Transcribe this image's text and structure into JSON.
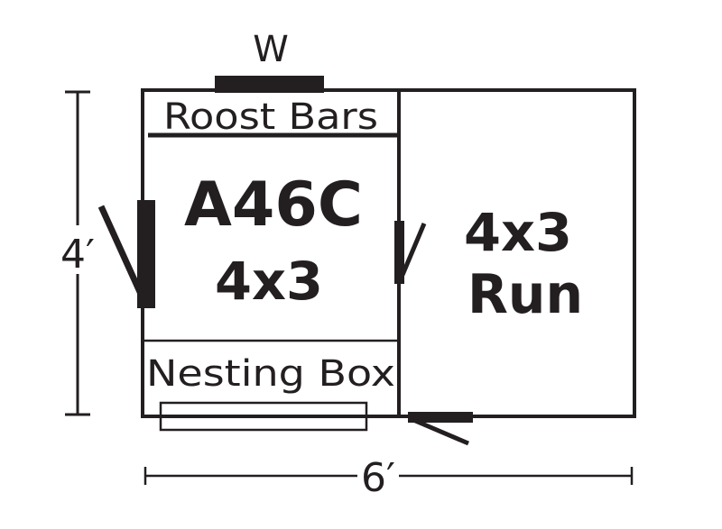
{
  "labels": {
    "window": "W",
    "roost": "Roost Bars",
    "model": "A46C",
    "coop_size": "4x3",
    "run_size": "4x3",
    "run": "Run",
    "nesting": "Nesting Box",
    "height_dim": "4′",
    "width_dim": "6′"
  },
  "colors": {
    "ink": "#231f20",
    "background": "#ffffff"
  }
}
